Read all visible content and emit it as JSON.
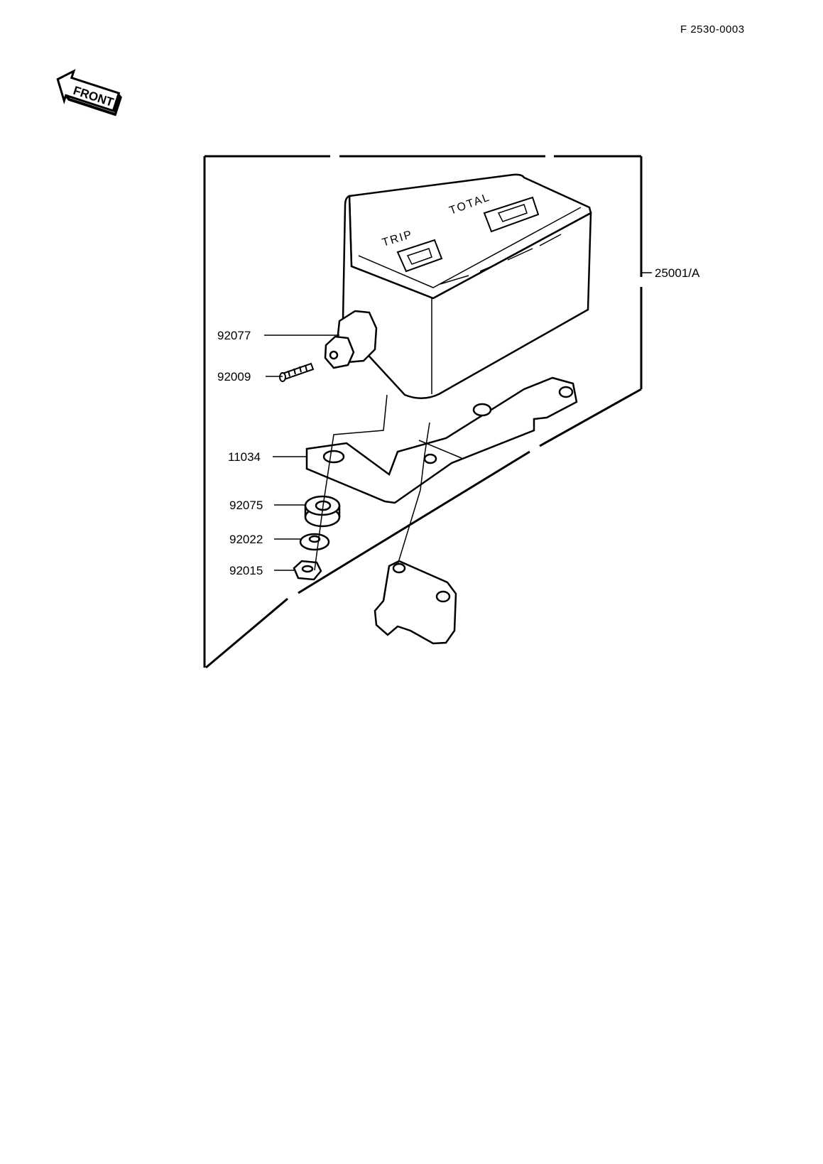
{
  "document": {
    "code": "F 2530-0003",
    "front_label": "FRONT"
  },
  "meter_face": {
    "left_label": "TRIP",
    "right_label": "TOTAL"
  },
  "callouts": [
    {
      "part_number": "25001/A"
    },
    {
      "part_number": "92077"
    },
    {
      "part_number": "92009"
    },
    {
      "part_number": "11034"
    },
    {
      "part_number": "92075"
    },
    {
      "part_number": "92022"
    },
    {
      "part_number": "92015"
    }
  ]
}
